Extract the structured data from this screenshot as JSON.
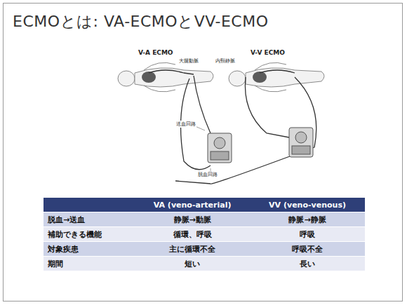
{
  "diagram": {
    "title": "ECMOとは: VA-ECMOとVV-ECMO",
    "labels": [
      "V-A ECMO",
      "大腿動脈",
      "V-V ECMO",
      "内頸静脈",
      "送血回路",
      "脱血回路",
      "VA (veno-arterial)",
      "VV (veno-venous)",
      "脱血→送血",
      "静脈→動脈",
      "静脈→静脈",
      "補助できる機能",
      "循環、呼吸",
      "呼吸",
      "対象疾患",
      "主に循環不全",
      "呼吸不全",
      "期間",
      "短い",
      "長い"
    ]
  }
}
